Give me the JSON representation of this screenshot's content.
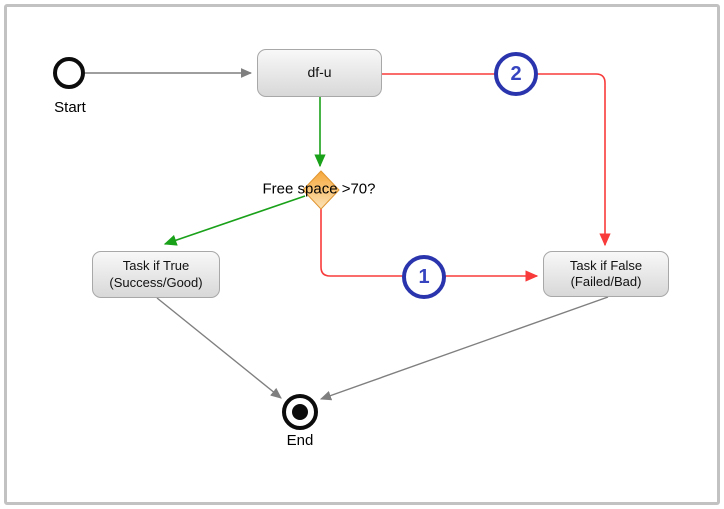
{
  "diagram": {
    "nodes": {
      "start": {
        "label": "Start"
      },
      "df_u": {
        "label": "df-u"
      },
      "decision": {
        "label": "Free space >70?"
      },
      "task_true": {
        "label_line1": "Task if True",
        "label_line2": "(Success/Good)"
      },
      "task_false": {
        "label_line1": "Task if False",
        "label_line2": "(Failed/Bad)"
      },
      "end": {
        "label": "End"
      }
    },
    "edge_badges": {
      "badge1": "1",
      "badge2": "2"
    }
  },
  "colors": {
    "edge_gray": "#7f7f7f",
    "edge_green": "#1aa11a",
    "edge_red": "#f83a3a",
    "badge_border": "#2a35ad",
    "badge_text": "#3644c0",
    "diamond_top": "#f6a73a",
    "diamond_bottom": "#fce3b8",
    "diamond_border": "#e0952f",
    "node_grad_top": "#f8f8f8",
    "node_grad_bottom": "#d8d8d8",
    "node_border": "#a8a8a8",
    "frame_border": "#c2c2c2",
    "text": "#111111"
  }
}
